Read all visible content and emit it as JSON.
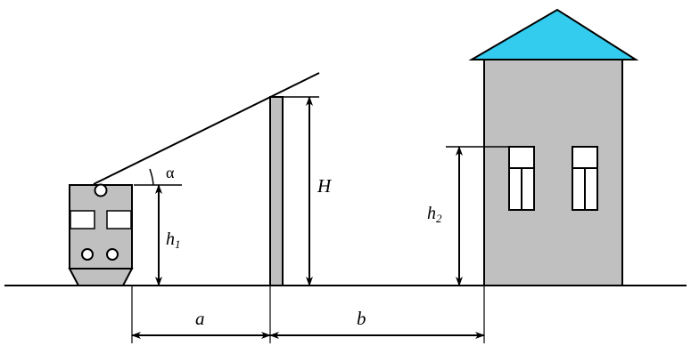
{
  "labels": {
    "alpha": "α",
    "h1_base": "h",
    "h1_sub": "1",
    "H": "H",
    "h2_base": "h",
    "h2_sub": "2",
    "a": "a",
    "b": "b"
  },
  "colors": {
    "roof": "#33ccee",
    "wall": "#c0c0c0",
    "pole": "#c0c0c0",
    "tram": "#c0c0c0",
    "line": "#000000",
    "window_fill": "#ffffff"
  }
}
